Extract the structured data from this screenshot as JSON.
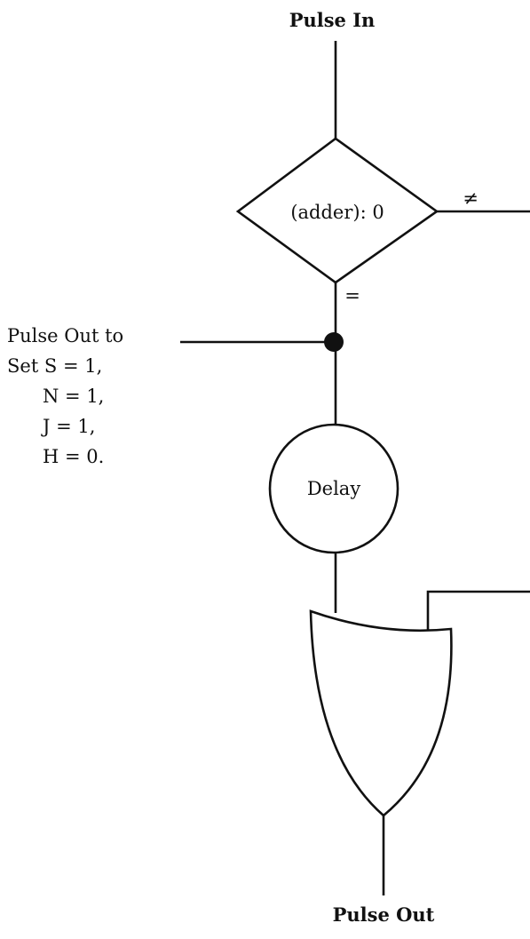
{
  "diagram": {
    "input_label": "Pulse In",
    "decision_label": "(adder): 0",
    "not_equal_symbol": "≠",
    "equal_symbol": "=",
    "side_output_lines": [
      "Pulse Out to",
      "Set S  = 1,",
      "N = 1,",
      "J  = 1,",
      "H = 0."
    ],
    "delay_label": "Delay",
    "output_label": "Pulse Out"
  }
}
